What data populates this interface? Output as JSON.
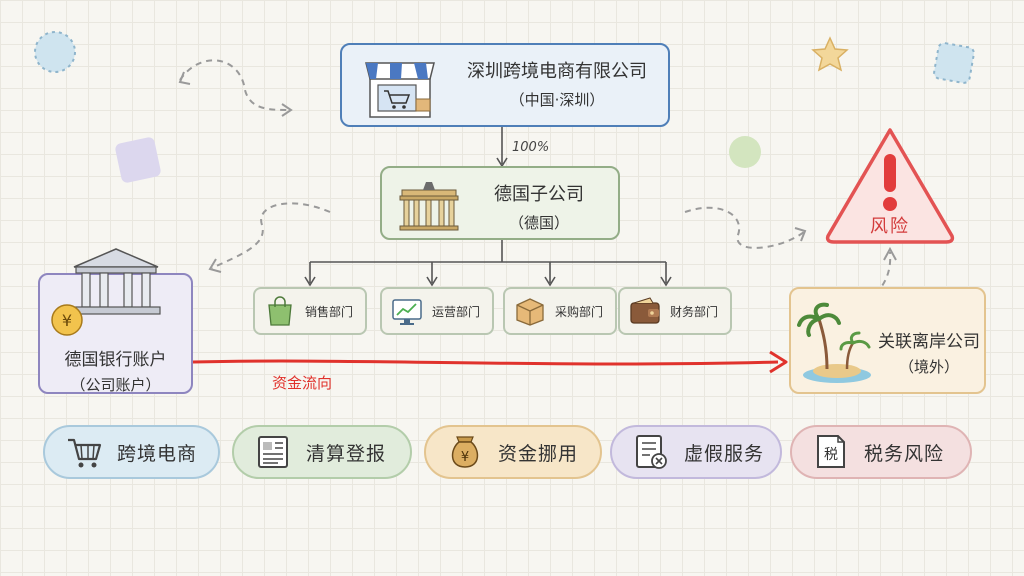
{
  "parent": {
    "name": "深圳跨境电商有限公司",
    "location": "（中国·深圳）"
  },
  "ownership": "100%",
  "subsidiary": {
    "name": "德国子公司",
    "location": "（德国）"
  },
  "departments": [
    {
      "label": "销售部门",
      "icon": "shopping-bag-icon"
    },
    {
      "label": "运营部门",
      "icon": "monitor-chart-icon"
    },
    {
      "label": "采购部门",
      "icon": "box-icon"
    },
    {
      "label": "财务部门",
      "icon": "wallet-icon"
    }
  ],
  "bank": {
    "name": "德国银行账户",
    "sub": "（公司账户）",
    "icon": "bank-icon"
  },
  "offshore": {
    "name": "关联离岸公司",
    "sub": "（境外）",
    "icon": "island-icon"
  },
  "fund_flow_label": "资金流向",
  "risk": {
    "label": "风险",
    "icon": "warning-icon"
  },
  "tags": [
    {
      "label": "跨境电商",
      "icon": "cart-icon",
      "color": "#dcebf3",
      "border": "#a9c9dc"
    },
    {
      "label": "清算登报",
      "icon": "document-icon",
      "color": "#e1ecdc",
      "border": "#b3cdaa"
    },
    {
      "label": "资金挪用",
      "icon": "money-bag-icon",
      "color": "#f7e6c8",
      "border": "#e3c48f"
    },
    {
      "label": "虚假服务",
      "icon": "checklist-icon",
      "color": "#e7e3f1",
      "border": "#c2b9dc"
    },
    {
      "label": "税务风险",
      "icon": "tax-icon",
      "color": "#f4e0e0",
      "border": "#dfb4b4"
    }
  ],
  "colors": {
    "flow": "#e0322c",
    "risk": "#e35353",
    "parent_border": "#4f7fb8",
    "subsidiary_border": "#93ad87"
  }
}
